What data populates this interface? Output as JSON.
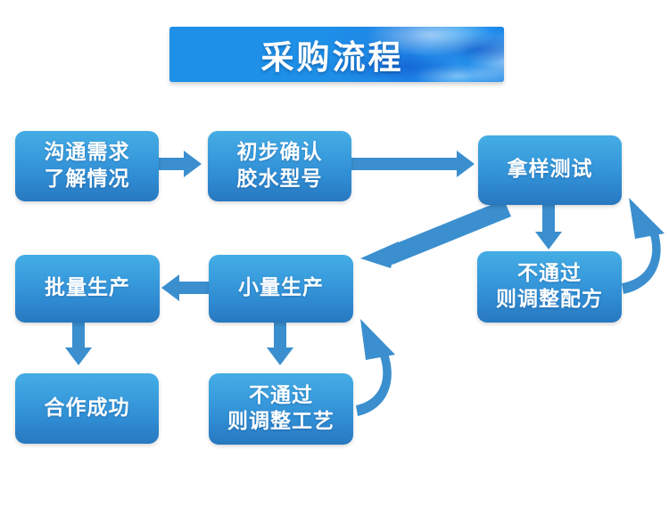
{
  "banner": {
    "title": "采购流程",
    "background_color": "#1e90e8",
    "text_color": "#ffffff"
  },
  "theme": {
    "node_gradient_top": "#45ade4",
    "node_gradient_bottom": "#2878bf",
    "arrow_color": "#3b8fce",
    "page_background": "#ffffff"
  },
  "flow": {
    "nodes": [
      {
        "id": "communicate",
        "line1": "沟通需求",
        "line2": "了解情况"
      },
      {
        "id": "confirm-glue",
        "line1": "初步确认",
        "line2": "胶水型号"
      },
      {
        "id": "sample-test",
        "line1": "拿样测试",
        "line2": ""
      },
      {
        "id": "adjust-formula",
        "line1": "不通过",
        "line2": "则调整配方"
      },
      {
        "id": "mass-produce",
        "line1": "批量生产",
        "line2": ""
      },
      {
        "id": "small-batch",
        "line1": "小量生产",
        "line2": ""
      },
      {
        "id": "cooperation",
        "line1": "合作成功",
        "line2": ""
      },
      {
        "id": "adjust-process",
        "line1": "不通过",
        "line2": "则调整工艺"
      }
    ],
    "connectors": [
      {
        "from": "communicate",
        "to": "confirm-glue",
        "kind": "arrow-right"
      },
      {
        "from": "confirm-glue",
        "to": "sample-test",
        "kind": "arrow-right-long"
      },
      {
        "from": "sample-test",
        "to": "adjust-formula",
        "kind": "arrow-down"
      },
      {
        "from": "sample-test",
        "to": "small-batch",
        "kind": "arrow-diagonal-down-left"
      },
      {
        "from": "adjust-formula",
        "to": "sample-test",
        "kind": "arrow-curved-up"
      },
      {
        "from": "small-batch",
        "to": "mass-produce",
        "kind": "arrow-left"
      },
      {
        "from": "small-batch",
        "to": "adjust-process",
        "kind": "arrow-down"
      },
      {
        "from": "adjust-process",
        "to": "small-batch",
        "kind": "arrow-curved-up"
      },
      {
        "from": "mass-produce",
        "to": "cooperation",
        "kind": "arrow-down"
      }
    ]
  }
}
